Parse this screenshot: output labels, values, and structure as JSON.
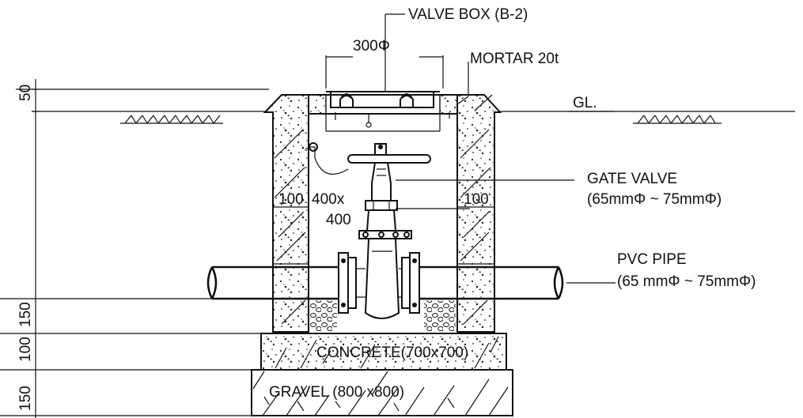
{
  "labels": {
    "valve_box": "VALVE BOX (B-2)",
    "dim_300": "300Φ",
    "mortar": "MORTAR 20t",
    "gl": "GL.",
    "gate_valve_line1": "GATE VALVE",
    "gate_valve_line2": "(65mmΦ ~ 75mmΦ)",
    "pvc_line1": "PVC PIPE",
    "pvc_line2": "(65 mmΦ ~ 75mmΦ)",
    "concrete": "CONCRETE(700x700)",
    "gravel": "GRAVEL (800 x800)",
    "wall_left": "100",
    "inner_size_1": "400x",
    "inner_size_2": "400",
    "wall_right": "100"
  },
  "left_dimensions": {
    "d50": "50",
    "d150_upper": "150",
    "d100": "100",
    "d150_lower": "150"
  }
}
